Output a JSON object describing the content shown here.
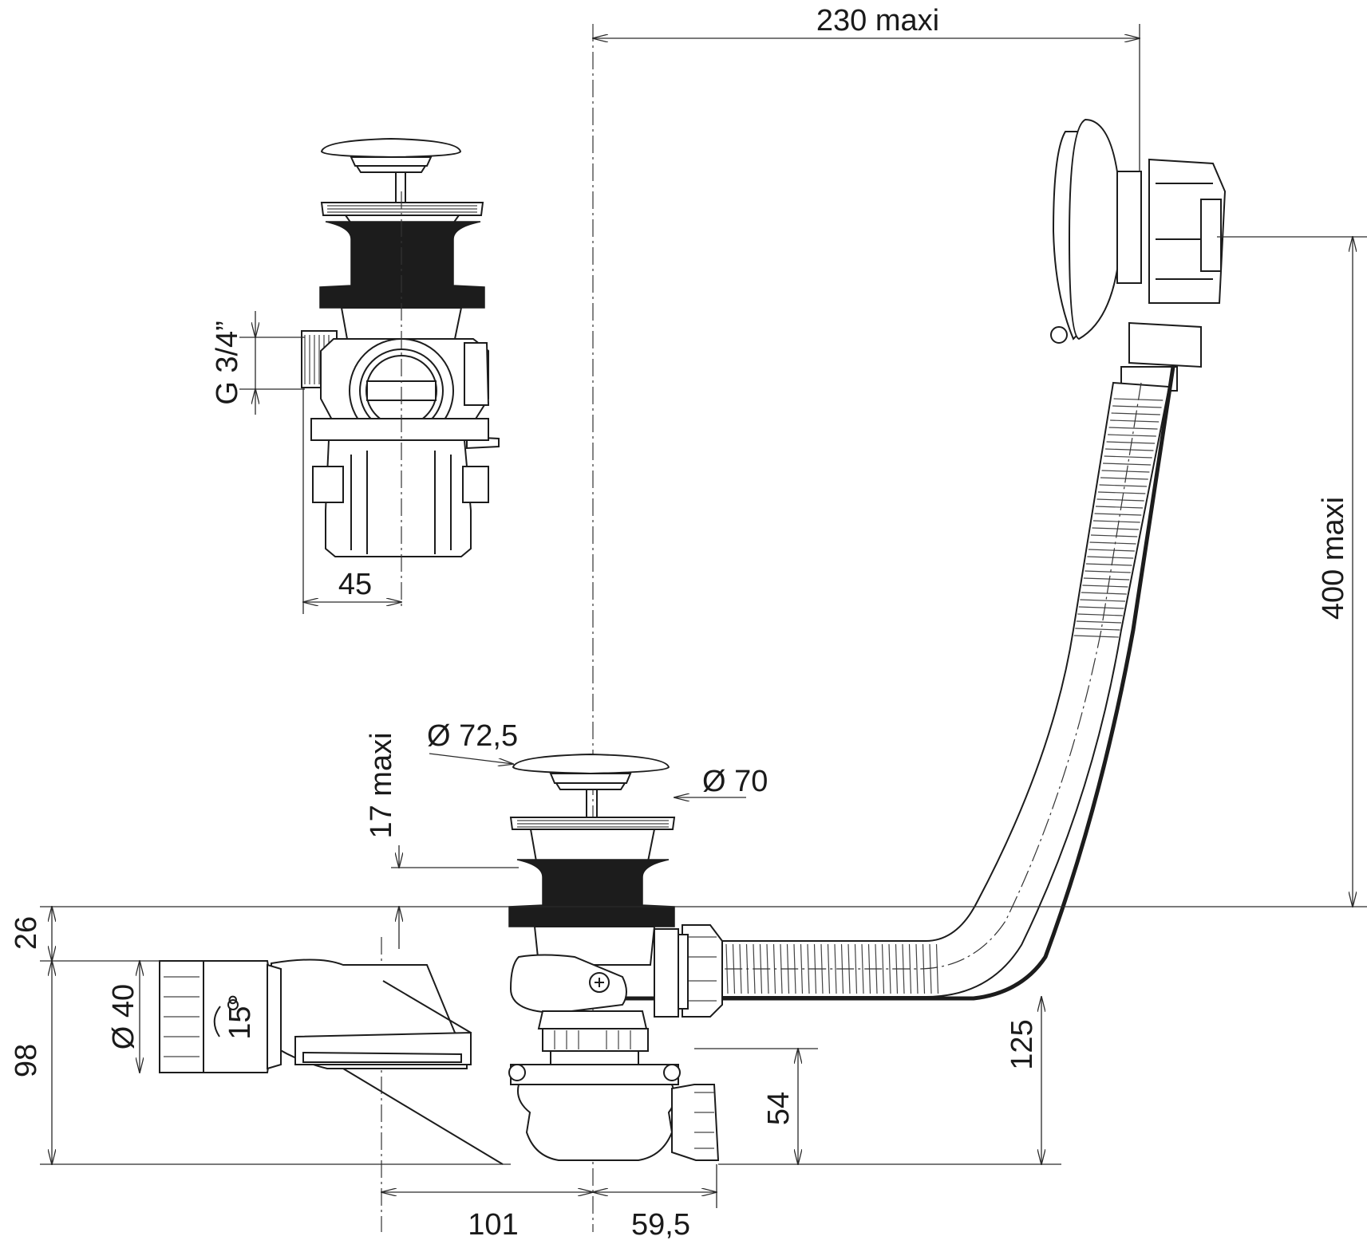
{
  "dimensions": {
    "width_top": "230 maxi",
    "height_right": "400 maxi",
    "thread": "G 3/4”",
    "offset_45": "45",
    "dia_72_5": "Ø 72,5",
    "dia_70": "Ø 70",
    "max_17": "17 maxi",
    "h_26": "26",
    "h_98": "98",
    "dia_40": "Ø 40",
    "angle_15": "15°",
    "h_54": "54",
    "h_125": "125",
    "w_101": "101",
    "w_59_5": "59,5"
  }
}
